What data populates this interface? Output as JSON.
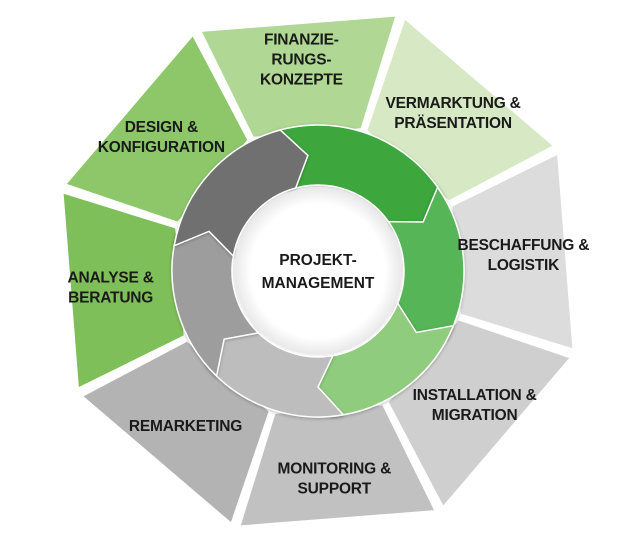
{
  "center": {
    "line1": "PROJEKT-",
    "line2": "MANAGEMENT"
  },
  "segments": [
    {
      "lines": [
        "ANALYSE &",
        "BERATUNG"
      ],
      "color": "#7fbf59"
    },
    {
      "lines": [
        "DESIGN &",
        "KONFIGURATION"
      ],
      "color": "#8dc76a"
    },
    {
      "lines": [
        "FINANZIE-",
        "RUNGS-",
        "KONZEPTE"
      ],
      "color": "#b0d793"
    },
    {
      "lines": [
        "VERMARKTUNG &",
        "PRÄSENTATION"
      ],
      "color": "#d6e9c4"
    },
    {
      "lines": [
        "BESCHAFFUNG &",
        "LOGISTIK"
      ],
      "color": "#dcdcdc"
    },
    {
      "lines": [
        "INSTALLATION &",
        "MIGRATION"
      ],
      "color": "#cfcfcf"
    },
    {
      "lines": [
        "MONITORING &",
        "SUPPORT"
      ],
      "color": "#c1c1c1"
    },
    {
      "lines": [
        "REMARKETING"
      ],
      "color": "#b3b3b3"
    }
  ],
  "cycle_colors": {
    "green_dark": "#3ea63e",
    "green_mid": "#56b556",
    "green_light": "#8fcc7e",
    "gray_light": "#bdbdbd",
    "gray_mid": "#9d9d9d",
    "gray_dark": "#6f6f6f"
  },
  "background": "#ffffff"
}
